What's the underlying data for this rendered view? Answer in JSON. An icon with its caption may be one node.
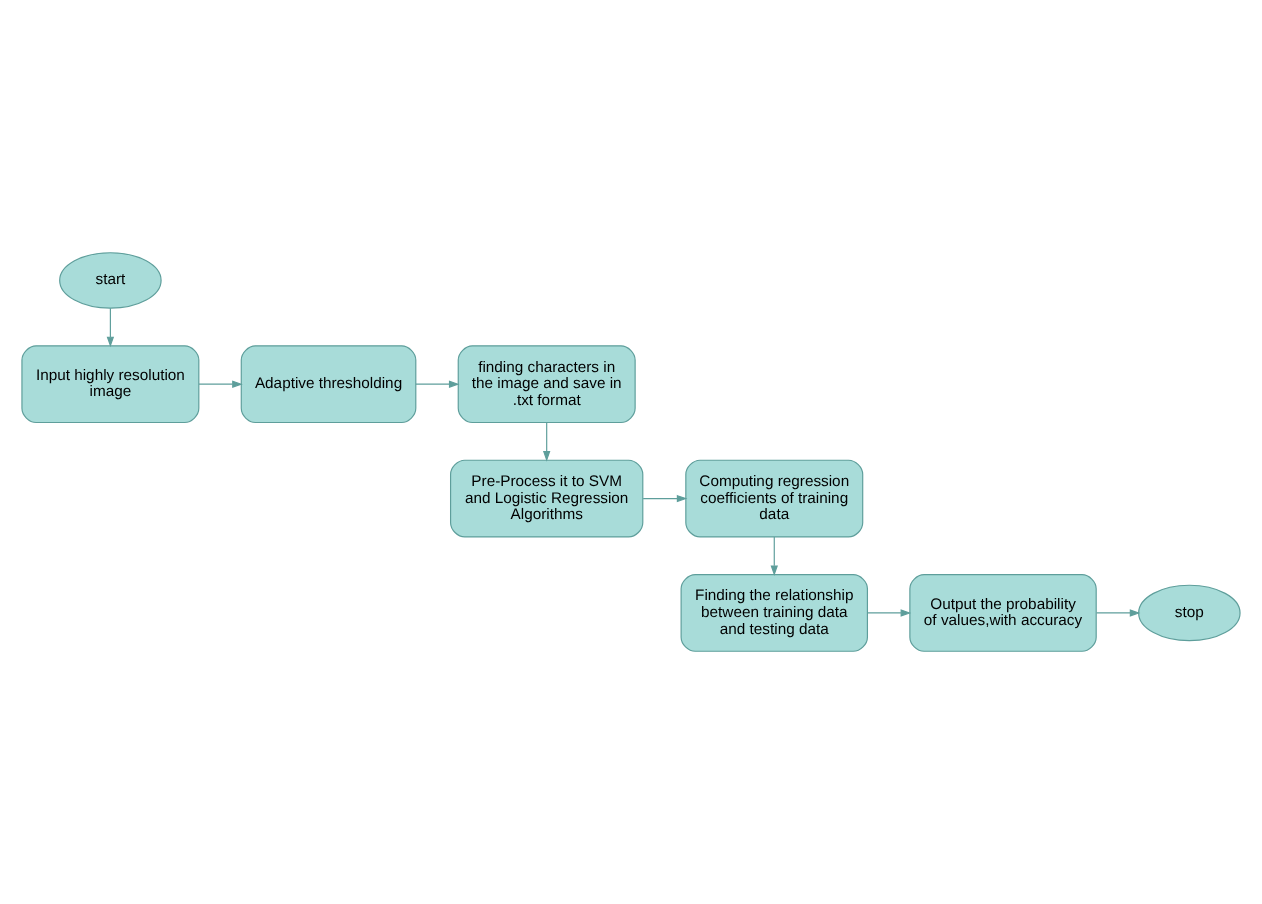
{
  "diagram": {
    "nodes": [
      {
        "text": [
          "start"
        ]
      },
      {
        "text": [
          "Input highly resolution image"
        ]
      },
      {
        "text": [
          "Adaptive thresholding"
        ]
      },
      {
        "text": [
          "finding characters in the image and save in .txt format"
        ]
      },
      {
        "text": [
          "Pre-Process it to SVM and Logistic Regression Algorithms"
        ]
      },
      {
        "text": [
          "Computing regression coefficients of training data"
        ]
      },
      {
        "text": [
          "Finding the relationship between training data and testing data"
        ]
      },
      {
        "text": [
          "Output the probability of values,with accuracy"
        ]
      },
      {
        "text": [
          "stop"
        ]
      }
    ],
    "edges": [
      {
        "from": 0,
        "to": 1,
        "arrow": "to"
      },
      {
        "from": 1,
        "to": 2,
        "arrow": "to"
      },
      {
        "from": 2,
        "to": 3,
        "arrow": "to"
      },
      {
        "from": 3,
        "to": 4,
        "arrow": "to"
      },
      {
        "from": 4,
        "to": 5,
        "arrow": "to"
      },
      {
        "from": 5,
        "to": 6,
        "arrow": "to"
      },
      {
        "from": 6,
        "to": 7,
        "arrow": "to"
      },
      {
        "from": 7,
        "to": 8,
        "arrow": "to"
      }
    ]
  }
}
